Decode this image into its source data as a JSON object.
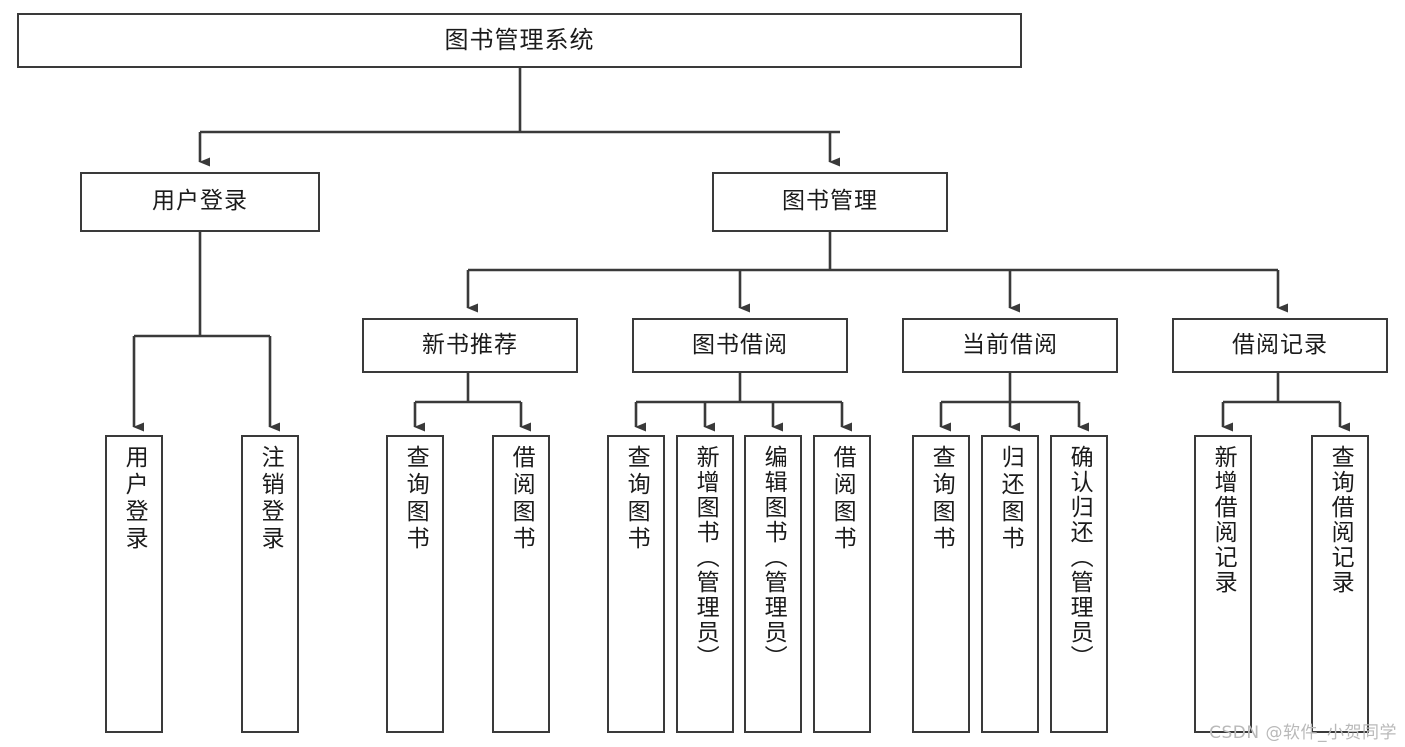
{
  "diagram": {
    "title": "图书管理系统",
    "type": "tree",
    "watermark": "CSDN @软件_小贺同学",
    "colors": {
      "border": "#3a3a3a",
      "background": "#ffffff",
      "text": "#1b1b1b",
      "connector": "#3a3a3a",
      "watermark": "#b9b9b9"
    },
    "root": {
      "label": "图书管理系统"
    },
    "level2": [
      {
        "label": "用户登录"
      },
      {
        "label": "图书管理"
      }
    ],
    "level3": [
      {
        "label": "新书推荐"
      },
      {
        "label": "图书借阅"
      },
      {
        "label": "当前借阅"
      },
      {
        "label": "借阅记录"
      }
    ],
    "leaves": {
      "user_login": [
        {
          "label": "用户登录"
        },
        {
          "label": "注销登录"
        }
      ],
      "new_book_recommend": [
        {
          "label": "查询图书"
        },
        {
          "label": "借阅图书"
        }
      ],
      "book_borrow": [
        {
          "label": "查询图书"
        },
        {
          "label": "新增图书（管理员）"
        },
        {
          "label": "编辑图书（管理员）"
        },
        {
          "label": "借阅图书"
        }
      ],
      "current_borrow": [
        {
          "label": "查询图书"
        },
        {
          "label": "归还图书"
        },
        {
          "label": "确认归还（管理员）"
        }
      ],
      "borrow_record": [
        {
          "label": "新增借阅记录"
        },
        {
          "label": "查询借阅记录"
        }
      ]
    }
  }
}
